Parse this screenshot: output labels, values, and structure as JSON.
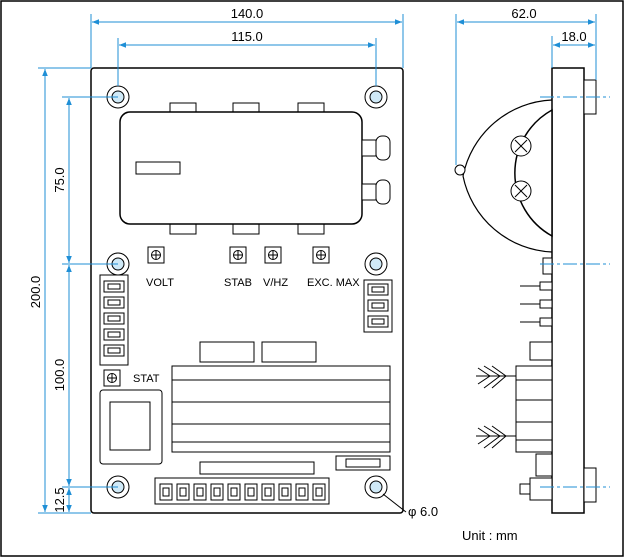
{
  "dimensions": {
    "width_total": "140.0",
    "hole_spacing_x": "115.0",
    "depth_total": "62.0",
    "depth_partial": "18.0",
    "height_total": "200.0",
    "upper_offset": "75.0",
    "hole_spacing_y": "100.0",
    "bottom_offset": "12.5",
    "hole_diameter": "φ 6.0"
  },
  "labels": {
    "volt": "VOLT",
    "stab": "STAB",
    "vhz": "V/HZ",
    "exc_max": "EXC. MAX",
    "stat": "STAT",
    "unit": "Unit : mm"
  },
  "colors": {
    "dimension_line": "#1f8fd6",
    "hole_fill": "#cfe9f7",
    "outline": "#000000"
  }
}
